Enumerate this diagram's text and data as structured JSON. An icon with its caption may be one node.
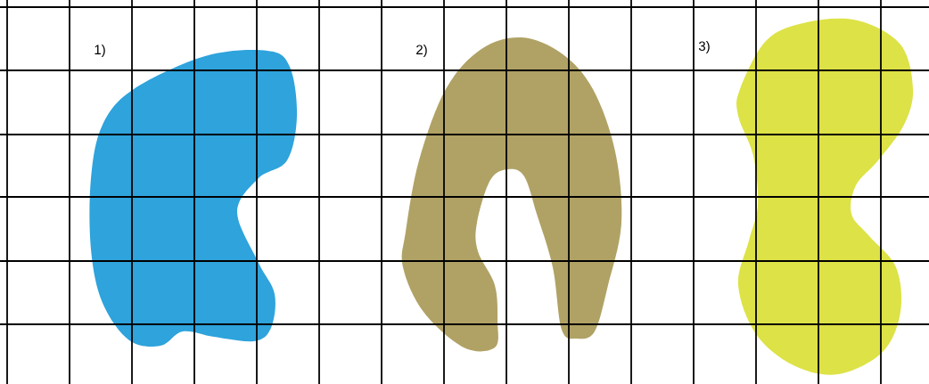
{
  "diagram": {
    "nodes": [
      {
        "text": [],
        "shape": "blob",
        "beside": [
          "1)"
        ]
      },
      {
        "text": [],
        "shape": "blob",
        "beside": [
          "2)"
        ]
      },
      {
        "text": [],
        "shape": "blob",
        "beside": [
          "3)"
        ]
      }
    ]
  }
}
